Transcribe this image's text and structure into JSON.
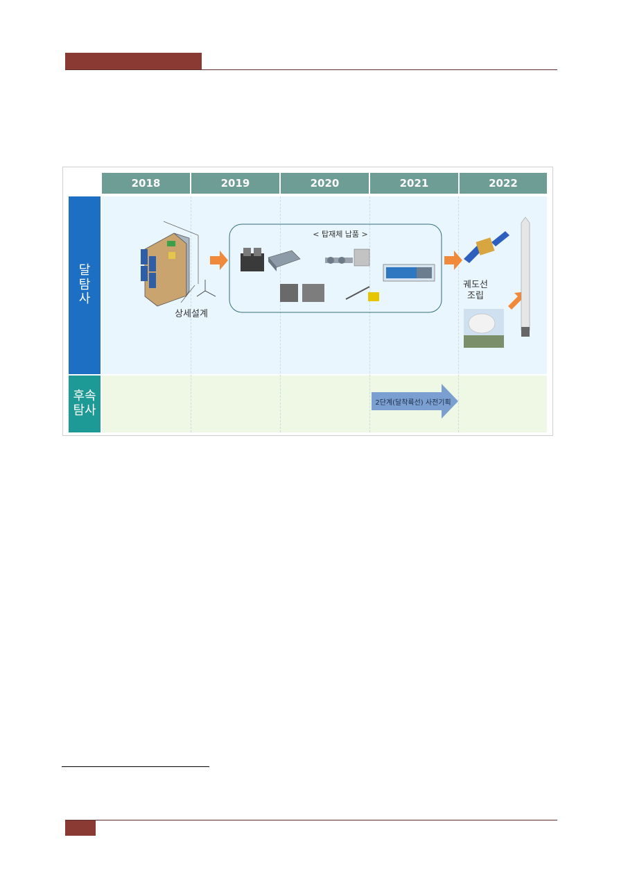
{
  "figure": {
    "years": [
      "2018",
      "2019",
      "2020",
      "2021",
      "2022"
    ],
    "rows": {
      "top_label": [
        "달",
        "탐",
        "사"
      ],
      "bottom_label": [
        "후속",
        "탐사"
      ]
    },
    "captions": {
      "design": "상세설계",
      "payload": "< 탑재체 납품 >",
      "orbiter": [
        "궤도선",
        "조립"
      ]
    },
    "phase2_arrow": "2단계(달착륙선) 사전기획"
  },
  "colors": {
    "header_accent": "#8b3a33",
    "year_header": "#6e9d95",
    "top_label": "#1d6fc4",
    "bottom_label": "#1d9a96",
    "arrow_orange": "#f08a3a",
    "arrow_blue": "#7b9fd0"
  }
}
